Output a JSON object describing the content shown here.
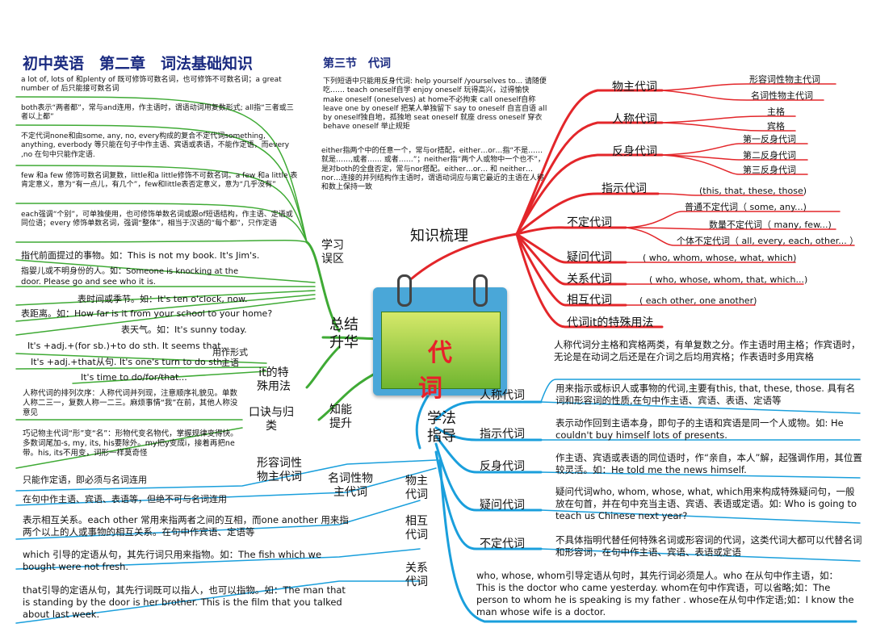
{
  "header": {
    "title": "初中英语　第二章　词法基础知识",
    "subtitle": "第三节　代词"
  },
  "center": {
    "label": "代 词"
  },
  "zhishi": {
    "label": "知识梳理",
    "items": [
      {
        "label": "物主代词",
        "subs": [
          "形容词性物主代词",
          "名词性物主代词"
        ]
      },
      {
        "label": "人称代词",
        "subs": [
          "主格",
          "宾格"
        ]
      },
      {
        "label": "反身代词",
        "subs": [
          "第一反身代词",
          "第二反身代词",
          "第三反身代词"
        ]
      },
      {
        "label": "指示代词",
        "subs": [
          "(this, that, these, those)"
        ]
      },
      {
        "label": "不定代词",
        "subs": [
          "普通不定代词（ some, any...)",
          "数量不定代词（ many, few...)",
          "个体不定代词（ all, every, each, other... ）"
        ]
      },
      {
        "label": "疑问代词",
        "subs": [
          "( who, whom, whose, what, which)"
        ]
      },
      {
        "label": "关系代词",
        "subs": [
          "( who, whose, whom, that, which...)"
        ]
      },
      {
        "label": "相互代词",
        "subs": [
          "( each other, one another)"
        ]
      },
      {
        "label": "代词it的特殊用法",
        "subs": []
      }
    ],
    "note1": "下列短语中只能用反身代词: help yourself /yourselves to... 请随便吃…… teach oneself自学 enjoy oneself 玩得高兴，过得愉快 make oneself (oneselves) at home不必拘束 call oneself自称 leave one by oneself 把某人单独留下 say to oneself 自言自语 all by oneself独自地，孤独地 seat oneself 就座 dress oneself 穿衣 behave oneself 举止规矩",
    "note2": "either指两个中的任意一个，常与or搭配，either…or…指“不是……就是……,或者…… 或者……”；neither指“两个人或物中一个也不”，是对both的全盘否定，常与nor搭配。either…or… 和 neither…nor…连接的并列结构作主语时，谓语动词应与离它最近的主语在人称和数上保持一致"
  },
  "xuefa": {
    "label": "学法指导",
    "intro": "人称代词分主格和宾格两类，有单复数之分。作主语时用主格；作宾语时，无论是在动词之后还是在介词之后均用宾格；作表语时多用宾格",
    "items": [
      {
        "label": "人称代词",
        "text": "用来指示或标识人或事物的代词,主要有this, that, these, those. 具有名词和形容词的性质,在句中作主语、宾语、表语、定语等"
      },
      {
        "label": "指示代词",
        "text": "表示动作回到主语本身，即句子的主语和宾语是同一个人或物。如: He couldn't buy himself lots of presents."
      },
      {
        "label": "反身代词",
        "text": "作主语、宾语或表语的同位语时，作“亲自，本人”解，起强调作用，其位置较灵活。如：He told me the news himself."
      },
      {
        "label": "疑问代词",
        "text": "疑问代词who, whom, whose, what, which用来构成特殊疑问句，一般放在句首，并在句中充当主语、宾语、表语或定语。如: Who is going to teach us Chinese next year?"
      },
      {
        "label": "不定代词",
        "text": "不具体指明代替任何特殊名词或形容词的代词，这类代词大都可以代替名词和形容词，在句中作主语、宾语、表语或定语"
      }
    ],
    "relative": "who, whose, whom引导定语从句时，其先行词必须是人。who 在从句中作主语，如：This is the doctor who came yesterday. whom在句中作宾语，可以省略;如：The person to whom he is speaking is my father .  whose在从句中作定语;如：I know the man whose wife is a doctor."
  },
  "zongjie": {
    "label": "总结升华",
    "xuexi": {
      "label": "学习误区",
      "items": [
        "a lot of, lots of 和plenty of 既可修饰可数名词，也可修饰不可数名词；a great number of 后只能接可数名词",
        "both表示“两者都”，常与and连用，作主语时，谓语动词用复数形式; all指“三者或三者以上都”",
        "不定代词none和由some, any, no, every构成的复合不定代词something, anything, everbody 等只能在句子中作主语、宾语或表语，不能作定语，而every ,no 在句中只能作定语.",
        "few 和a few 修饰可数名词复数，little和a little修饰不可数名词。a few 和a little 表肯定意义，意为“有一点儿，有几个”，few和little表否定意义，意为“几乎没有”",
        "each强调“个别”，可单独使用，也可修饰单数名词或跟of短语结构，作主语、定语或同位语；every 修饰单数名词，强调“整体”，相当于汉语的“每个都”，只作定语"
      ]
    },
    "it_special": {
      "label": "it的特殊用法",
      "items": [
        "指代前面提过的事物。如：This is not my book. It's Jim's.",
        "指婴儿或不明身份的人。如：Someone is knocking at the door. Please go and see who it is.",
        "表时间或季节。如：It's ten o'clock, now.",
        "表距离。如：How far is it from your school to your home?",
        "表天气。如：It's sunny today."
      ],
      "formal": {
        "label": "用作形式主语",
        "items": [
          "It's +adj.+(for sb.)+to do sth. It seems that...",
          "It's +adj.+that从句. It's one's turn to do sth.",
          "It's time to do/for/that..."
        ]
      }
    },
    "zhineng": {
      "label": "知能提升",
      "koujue": {
        "label": "口诀与归类",
        "items": [
          "人称代词的排列次序：人称代词并列现，注意顺序礼貌见。单数人称二三一，复数人称一二三。麻烦事情“我”在前，其他人称没意见",
          "巧记物主代词“形”变“名”：形物代变名物代，掌握规律变得快。多数词尾加-s, my, its, his要除外。my把y变成i，接着再把ne带。his, its不用变，词形一样莫奇怪"
        ]
      }
    },
    "wuzhu": {
      "label": "物主代词",
      "adj": {
        "label": "形容词性物主代词",
        "text": "只能作定语，即必须与名词连用"
      },
      "noun": {
        "label": "名词性物主代词",
        "text": "在句中作主语、宾语、表语等，但绝不可与名词连用"
      }
    },
    "xianghu": {
      "label": "相互代词",
      "text": "表示相互关系。each other 常用来指两者之间的互相，而one another 用来指两个以上的人或事物的相互关系。在句中作宾语、定语等"
    },
    "guanxi": {
      "label": "关系代词",
      "which": "which 引导的定语从句，其先行词只用来指物。如：The fish which we bought were not fresh.",
      "that": "that引导的定语从句，其先行词既可以指人，也可以指物。如：The man that is standing by the door is her brother.  This is  the film  that you talked about last week."
    }
  },
  "colors": {
    "red": "#e3262a",
    "green": "#3faa35",
    "blue": "#1a9fdc",
    "title": "#1a2a80"
  }
}
